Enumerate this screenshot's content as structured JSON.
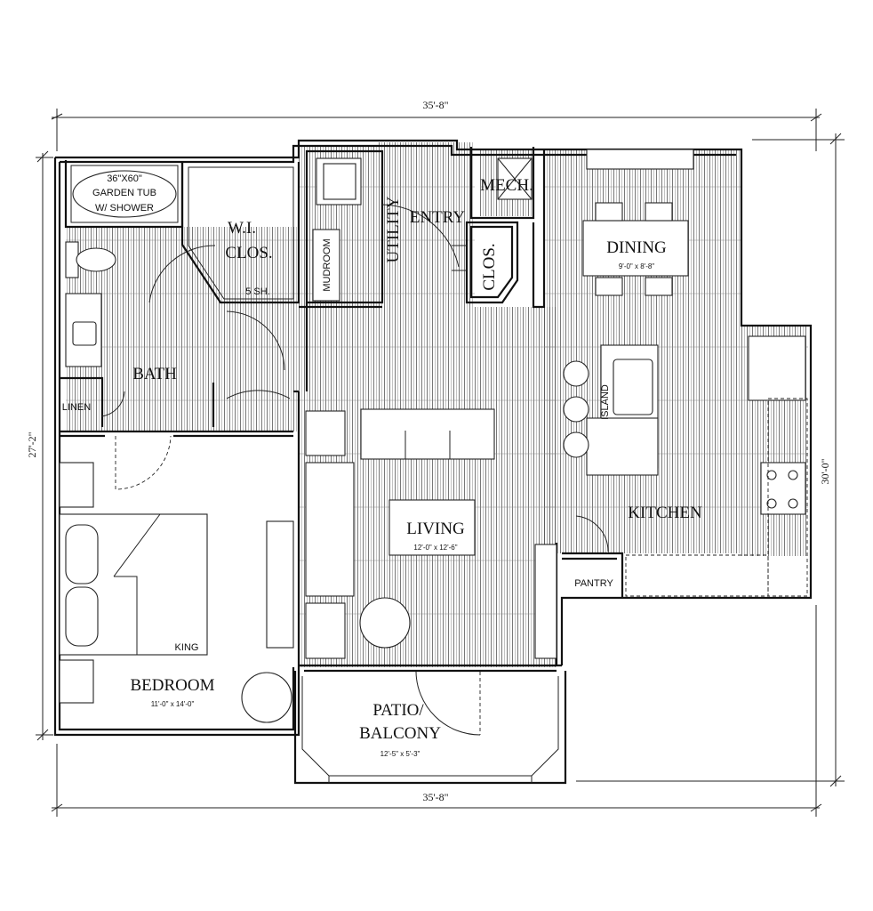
{
  "dimensions": {
    "top_width": "35'-8\"",
    "bottom_width": "35'-8\"",
    "left_height": "27'-2\"",
    "right_height": "30'-0\""
  },
  "rooms": {
    "garden_tub": {
      "line1": "36\"X60\"",
      "line2": "GARDEN TUB",
      "line3": "W/ SHOWER"
    },
    "wi_closet": {
      "line1": "W.I.",
      "line2": "CLOS.",
      "shelves": "5 SH."
    },
    "mudroom": "MUDROOM",
    "utility": "UTILITY",
    "entry": "ENTRY",
    "mech": "MECH.",
    "closet": "CLOS.",
    "dining": {
      "name": "DINING",
      "size": "9'-0\" x 8'-8\""
    },
    "bath": "BATH",
    "linen": "LINEN",
    "island": "ISLAND",
    "living": {
      "name": "LIVING",
      "size": "12'-0\" x 12'-6\""
    },
    "kitchen": "KITCHEN",
    "pantry": "PANTRY",
    "bedroom": {
      "name": "BEDROOM",
      "size": "11'-0\" x 14'-0\"",
      "bed": "KING"
    },
    "patio": {
      "line1": "PATIO/",
      "line2": "BALCONY",
      "size": "12'-5\" x 5'-3\""
    }
  }
}
